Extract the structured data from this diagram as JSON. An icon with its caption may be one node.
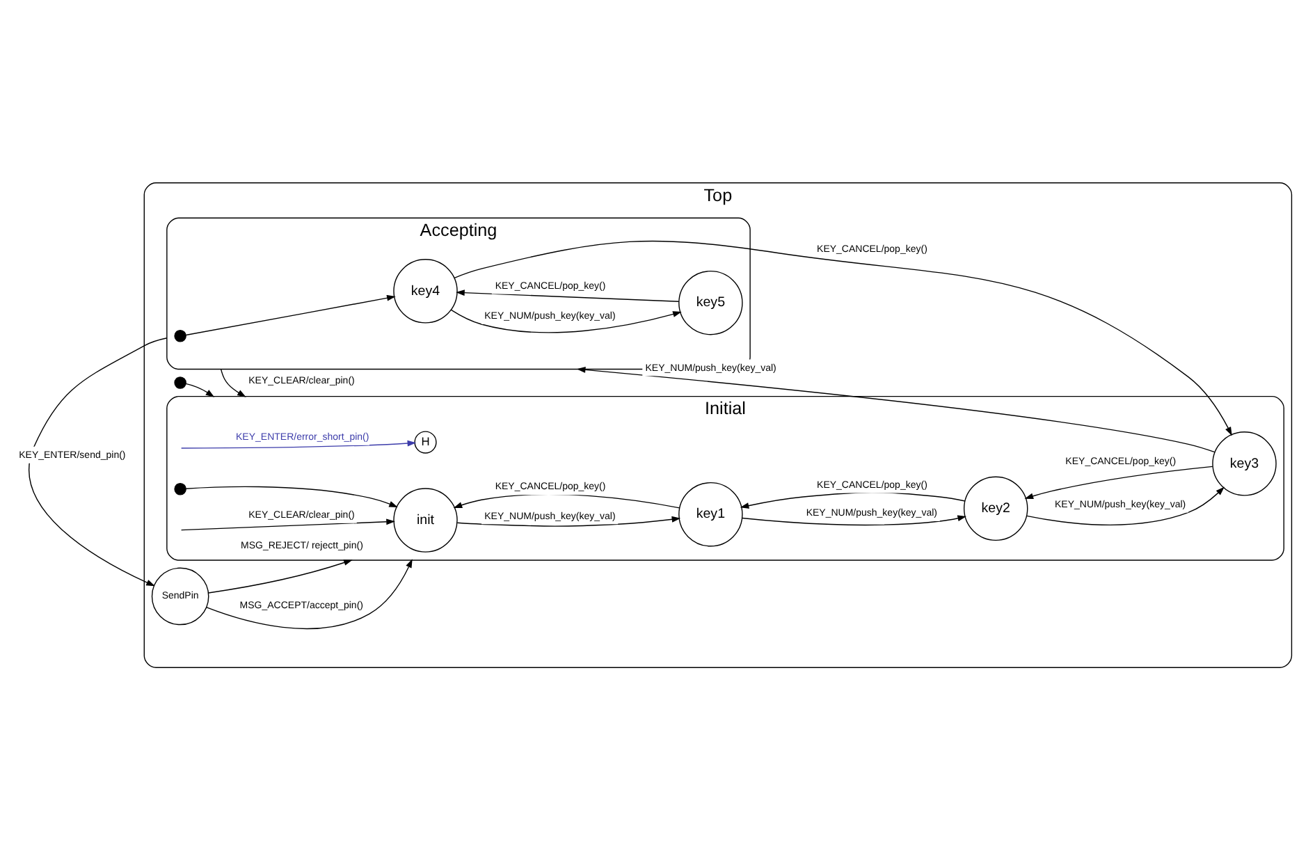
{
  "diagram": {
    "nodes": [
      {
        "text": [
          "Top"
        ]
      },
      {
        "text": [
          "Initial"
        ],
        "in": 0
      },
      {
        "text": [
          "init"
        ],
        "in": 1
      },
      {
        "text": [
          "key1"
        ],
        "in": 1
      },
      {
        "text": [
          "key2"
        ],
        "in": 1
      },
      {
        "text": [
          "key3"
        ],
        "in": 1
      },
      {
        "text": [
          "H"
        ],
        "in": 1
      },
      {
        "text": [],
        "shape": "dot",
        "in": 1
      },
      {
        "text": [],
        "shape": "dot",
        "in": 0
      },
      {
        "text": [
          "Accepting"
        ],
        "in": 0
      },
      {
        "text": [],
        "shape": "dot",
        "in": 9
      },
      {
        "text": [
          "key4"
        ],
        "in": 9
      },
      {
        "text": [
          "key5"
        ],
        "in": 9
      },
      {
        "text": [
          "SendPin"
        ],
        "in": 0
      }
    ],
    "edges": [
      {
        "from": 7,
        "to": 2,
        "arrow": "to"
      },
      {
        "from": 3,
        "to": 2,
        "arrow": "to",
        "label": "KEY_CANCEL/pop_key()"
      },
      {
        "from": 2,
        "to": 3,
        "arrow": "to",
        "label": "KEY_NUM/push_key(key_val)"
      },
      {
        "from": 4,
        "to": 3,
        "arrow": "to",
        "label": "KEY_CANCEL/pop_key()"
      },
      {
        "from": 3,
        "to": 4,
        "arrow": "to",
        "label": "KEY_NUM/push_key(key_val)"
      },
      {
        "from": null,
        "to": 6,
        "arrow": "to",
        "label": "KEY_ENTER/error_short_pin()",
        "color": "#3c3caa"
      },
      {
        "from": 8,
        "to": 1,
        "arrow": "to"
      },
      {
        "from": null,
        "to": 2,
        "arrow": "to",
        "label": "KEY_CLEAR/clear_pin()"
      },
      {
        "from": 4,
        "to": 5,
        "arrow": "to",
        "label": "KEY_NUM/push_key(key_val)"
      },
      {
        "from": 5,
        "to": 4,
        "arrow": "to",
        "label": "KEY_CANCEL/pop_key()"
      },
      {
        "from": 5,
        "to": 9,
        "arrow": "to",
        "label": "KEY_NUM/push_key(key_val)"
      },
      {
        "from": 11,
        "to": 5,
        "arrow": "to",
        "label": "KEY_CANCEL/pop_key()"
      },
      {
        "from": 9,
        "to": 1,
        "arrow": "to",
        "label": "KEY_CLEAR/clear_pin()"
      },
      {
        "from": 13,
        "to": 1,
        "arrow": "to",
        "label": "MSG_REJECT/ rejectt_pin()"
      },
      {
        "from": 13,
        "to": 1,
        "arrow": "to",
        "label": "MSG_ACCEPT/accept_pin()"
      },
      {
        "from": 10,
        "to": 11,
        "arrow": "to"
      },
      {
        "from": 12,
        "to": 11,
        "arrow": "to",
        "label": "KEY_CANCEL/pop_key()"
      },
      {
        "from": 11,
        "to": 12,
        "arrow": "to",
        "label": "KEY_NUM/push_key(key_val)"
      },
      {
        "from": 9,
        "to": 13,
        "arrow": "to",
        "label": "KEY_ENTER/send_pin()"
      }
    ]
  }
}
